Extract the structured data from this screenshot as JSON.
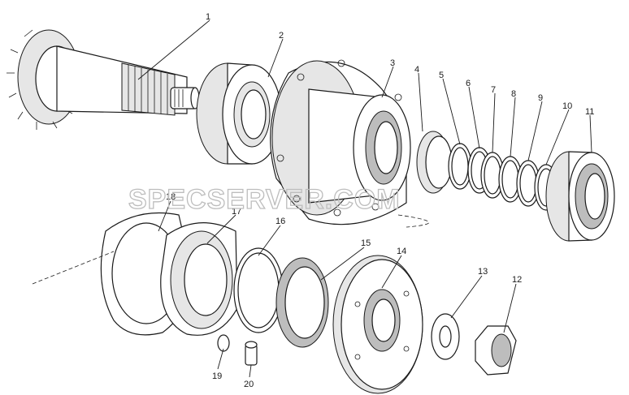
{
  "watermark": "SPECSERVER.COM",
  "callouts": [
    "1",
    "2",
    "3",
    "4",
    "5",
    "6",
    "7",
    "8",
    "9",
    "10",
    "11",
    "12",
    "13",
    "14",
    "15",
    "16",
    "17",
    "18",
    "19",
    "20"
  ],
  "colors": {
    "line": "#1a1a1a",
    "shade": "#e6e6e6",
    "dark": "#bdbdbd",
    "background": "#ffffff"
  }
}
